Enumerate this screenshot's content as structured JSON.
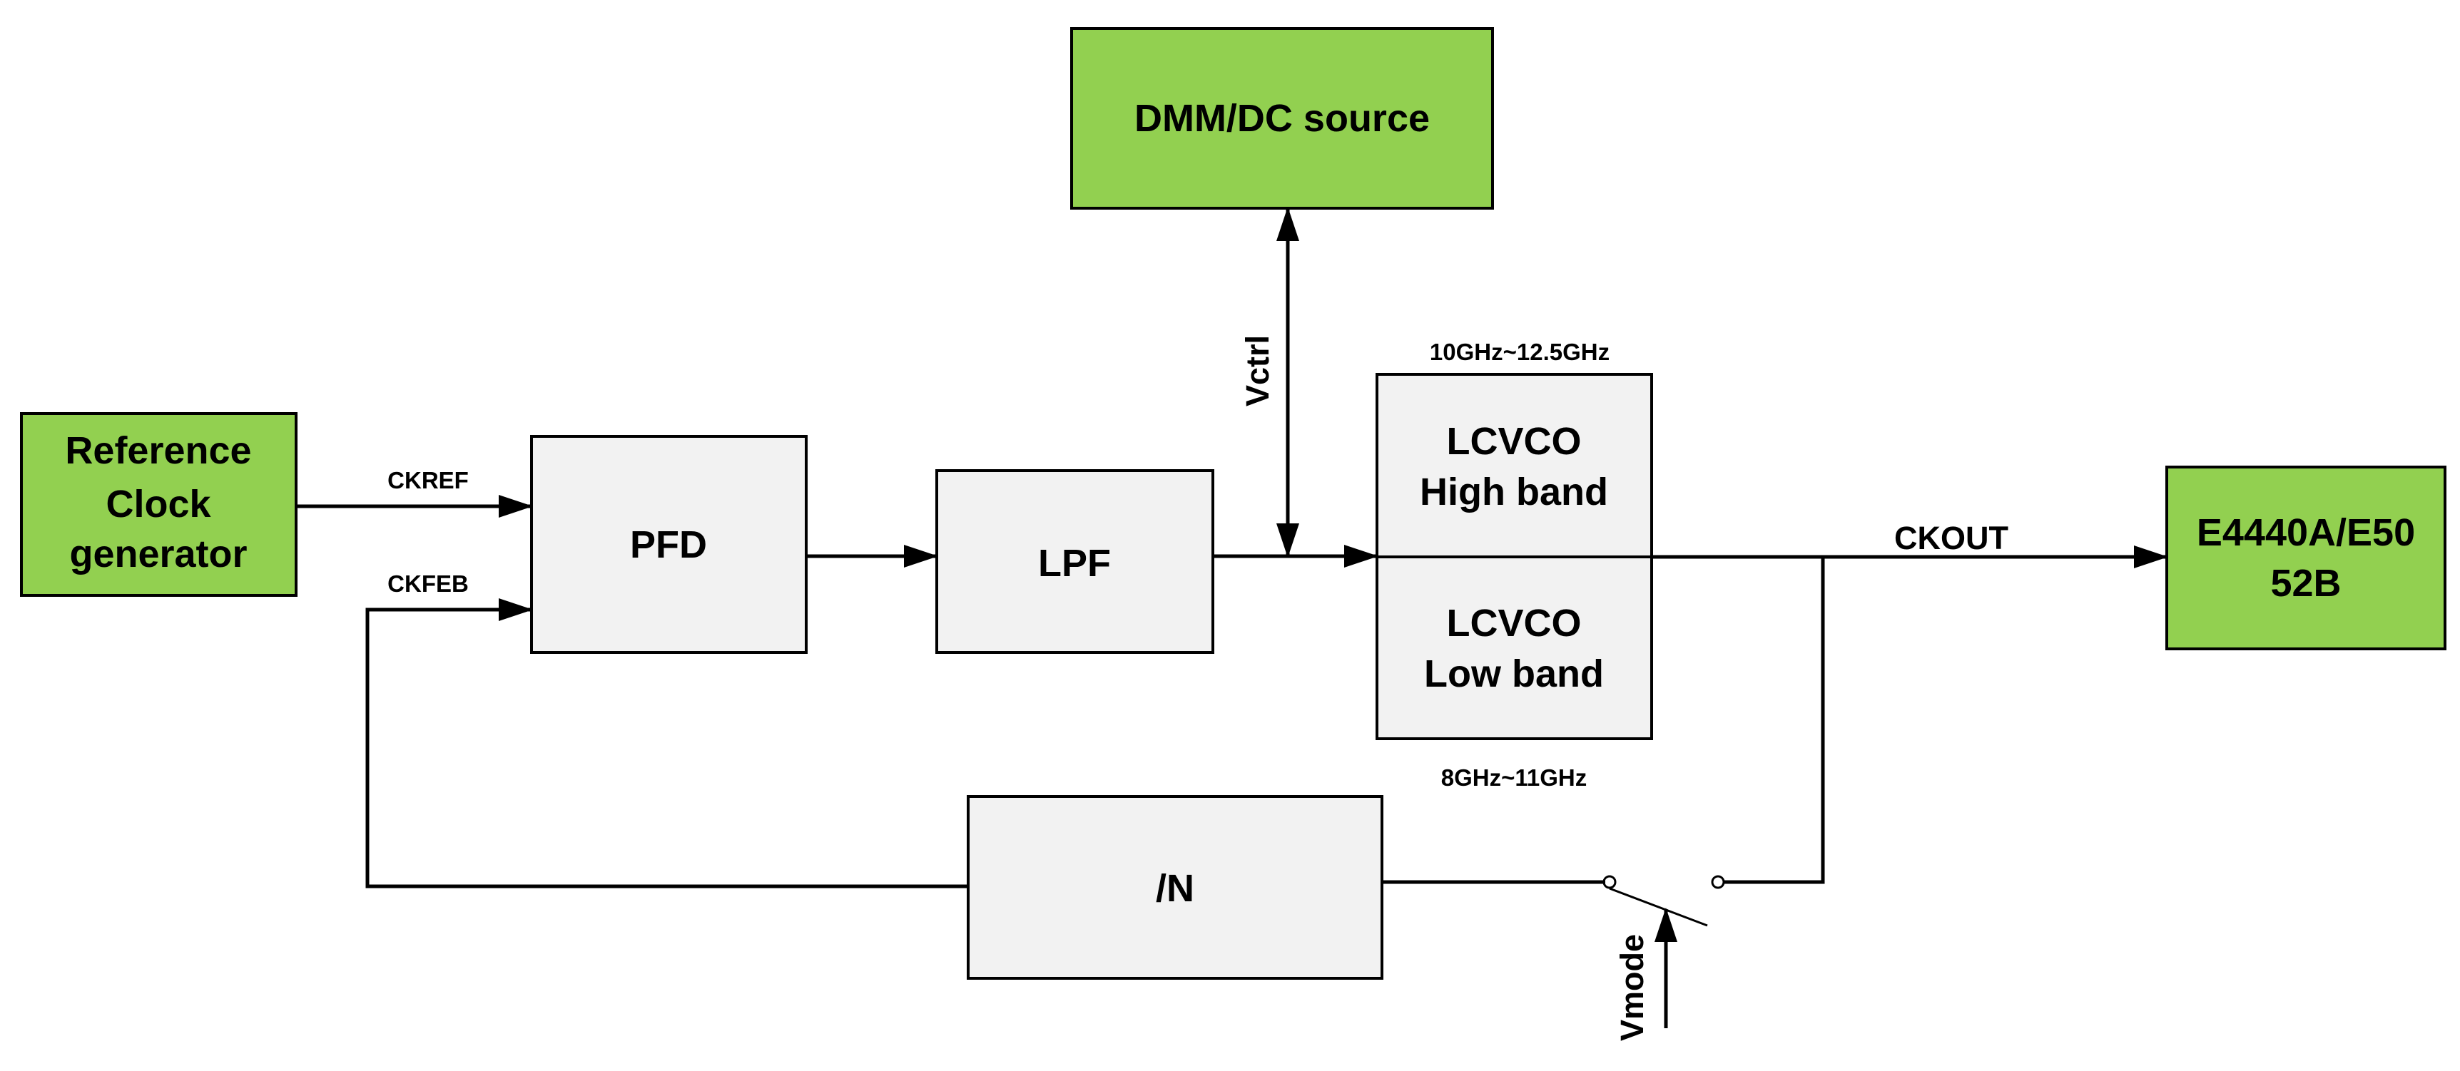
{
  "colors": {
    "green_block": "#92d050",
    "gray_block": "#f2f2f2",
    "line": "#000000"
  },
  "blocks": {
    "ref_clock": {
      "lines": [
        "Reference",
        "Clock",
        "generator"
      ]
    },
    "pfd": {
      "label": "PFD"
    },
    "lpf": {
      "label": "LPF"
    },
    "dmm": {
      "label": "DMM/DC source"
    },
    "vco_high": {
      "lines": [
        "LCVCO",
        "High band"
      ]
    },
    "vco_low": {
      "lines": [
        "LCVCO",
        "Low band"
      ]
    },
    "analyzer": {
      "lines": [
        "E4440A/E50",
        "52B"
      ]
    },
    "divider": {
      "label": "/N"
    }
  },
  "signals": {
    "ckref": "CKREF",
    "ckfeb": "CKFEB",
    "vctrl": "Vctrl",
    "ckout": "CKOUT",
    "vmode": "Vmode"
  },
  "ranges": {
    "high_band": "10GHz~12.5GHz",
    "low_band": "8GHz~11GHz"
  }
}
